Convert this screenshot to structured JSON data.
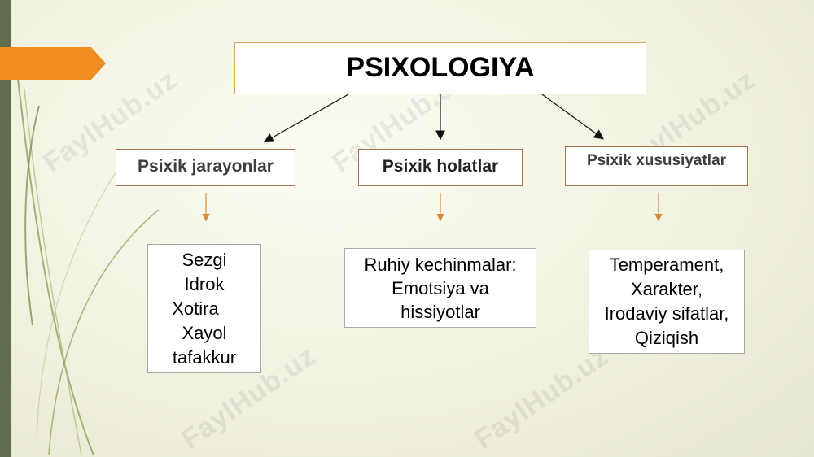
{
  "title": "PSIXOLOGIYA",
  "categories": [
    {
      "label": "Psixik jarayonlar",
      "items": [
        "Sezgi",
        "Idrok",
        "Xotira",
        "Xayol",
        "tafakkur"
      ]
    },
    {
      "label": "Psixik holatlar",
      "items": [
        "Ruhiy kechinmalar:",
        "Emotsiya va",
        "hissiyotlar"
      ]
    },
    {
      "label": "Psixik xususiyatlar",
      "items": [
        "Temperament,",
        "Xarakter,",
        "Irodaviy sifatlar,",
        "Qiziqish"
      ]
    }
  ],
  "watermark": "FaylHub.uz",
  "colors": {
    "title_border": "#e0a05a",
    "category_border": "#b5714c",
    "arrow_orange": "#d98a3a",
    "accent_tab": "#ee8c1f",
    "side_bar": "#5f6f4e"
  }
}
